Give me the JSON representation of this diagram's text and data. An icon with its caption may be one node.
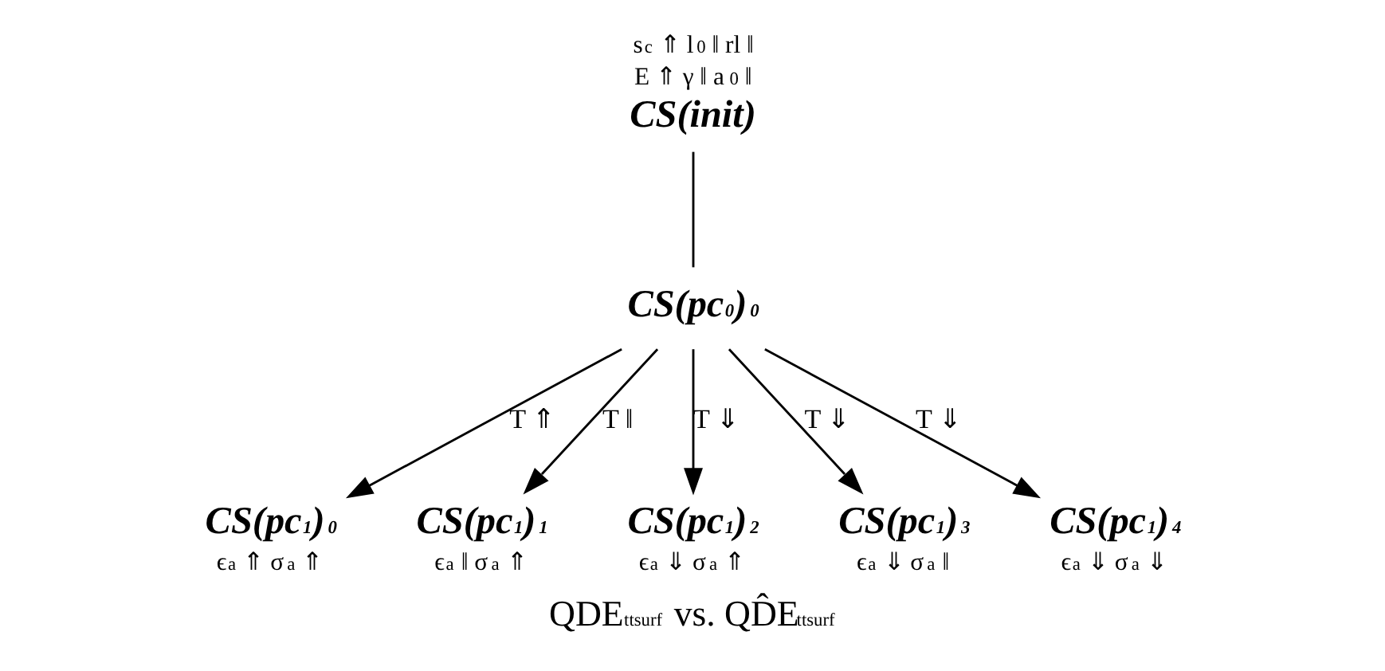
{
  "diagram": {
    "caption": "QDE$_{ttsurf}$ vs. QD̂E$_{ttsurf}$",
    "nodes": [
      {
        "text": [
          "CS(init)"
        ],
        "beside": [
          "s$_{c}$ ⇑ l$_{0}$ ‖ rl ‖",
          "E ⇑ γ ‖ a$_{0}$ ‖"
        ]
      },
      {
        "text": [
          "CS(pc$_{0}$)$_{0}$"
        ]
      },
      {
        "text": [
          "CS(pc$_{1}$)$_{0}$"
        ],
        "beside": [
          "ϵ$_{a}$ ⇑ σ$_{a}$ ⇑"
        ]
      },
      {
        "text": [
          "CS(pc$_{1}$)$_{1}$"
        ],
        "beside": [
          "ϵ$_{a}$ ‖ σ$_{a}$ ⇑"
        ]
      },
      {
        "text": [
          "CS(pc$_{1}$)$_{2}$"
        ],
        "beside": [
          "ϵ$_{a}$ ⇓ σ$_{a}$ ⇑"
        ]
      },
      {
        "text": [
          "CS(pc$_{1}$)$_{3}$"
        ],
        "beside": [
          "ϵ$_{a}$ ⇓ σ$_{a}$ ‖"
        ]
      },
      {
        "text": [
          "CS(pc$_{1}$)$_{4}$"
        ],
        "beside": [
          "ϵ$_{a}$ ⇓ σ$_{a}$ ⇓"
        ]
      }
    ],
    "edges": [
      {
        "from": 0,
        "to": 1,
        "arrow": "none"
      },
      {
        "from": 1,
        "to": 2,
        "arrow": "to",
        "label": "T ⇑"
      },
      {
        "from": 1,
        "to": 3,
        "arrow": "to",
        "label": "T ‖"
      },
      {
        "from": 1,
        "to": 4,
        "arrow": "to",
        "label": "T ⇓"
      },
      {
        "from": 1,
        "to": 5,
        "arrow": "to",
        "label": "T ⇓"
      },
      {
        "from": 1,
        "to": 6,
        "arrow": "to",
        "label": "T ⇓"
      }
    ]
  }
}
